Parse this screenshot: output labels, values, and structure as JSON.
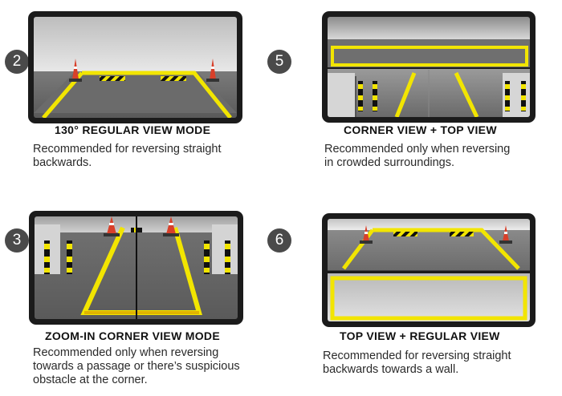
{
  "panels": [
    {
      "number": "2",
      "title": "130° REGULAR VIEW MODE",
      "description_lines": [
        "Recommended for reversing straight",
        "backwards."
      ]
    },
    {
      "number": "5",
      "title": "CORNER VIEW + TOP VIEW",
      "description_lines": [
        "Recommended only when reversing",
        "in crowded surroundings."
      ]
    },
    {
      "number": "3",
      "title": "ZOOM-IN CORNER VIEW MODE",
      "description_lines": [
        "Recommended only when reversing",
        "towards a passage or there’s suspicious",
        "obstacle at the corner."
      ]
    },
    {
      "number": "6",
      "title": "TOP VIEW + REGULAR VIEW",
      "description_lines": [
        "Recommended for reversing straight",
        "backwards towards a wall."
      ]
    }
  ],
  "colors": {
    "frame": "#1b1b1b",
    "line": "#f2e500",
    "badge": "#4a4a4a",
    "cone": "#d8402a"
  }
}
